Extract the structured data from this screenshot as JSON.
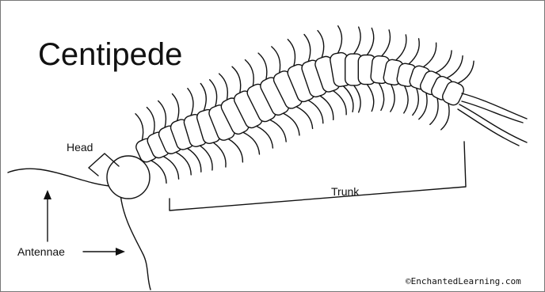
{
  "title": "Centipede",
  "labels": {
    "head": "Head",
    "trunk": "Trunk",
    "antennae": "Antennae"
  },
  "copyright": "©EnchantedLearning.com"
}
